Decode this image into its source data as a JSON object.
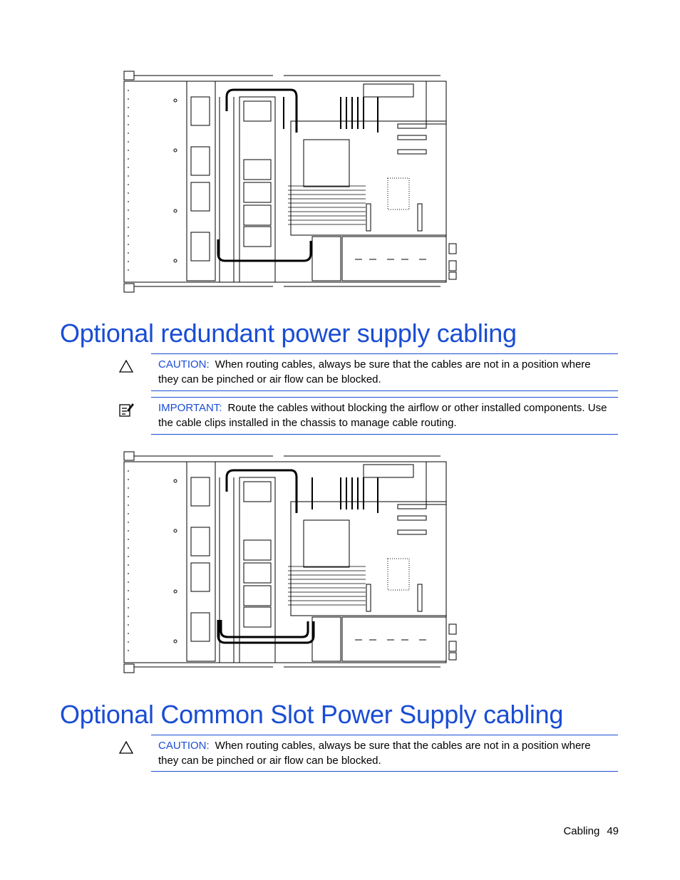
{
  "sections": [
    {
      "title": "Optional redundant power supply cabling"
    },
    {
      "title": "Optional Common Slot Power Supply cabling"
    }
  ],
  "notes": {
    "caution_1": {
      "label": "CAUTION:",
      "text": "When routing cables, always be sure that the cables are not in a position where they can be pinched or air flow can be blocked.",
      "icon": "caution-triangle-icon"
    },
    "important": {
      "label": "IMPORTANT:",
      "text": "Route the cables without blocking the airflow or other installed components. Use the cable clips installed in the chassis to manage cable routing.",
      "icon": "important-note-icon"
    },
    "caution_2": {
      "label": "CAUTION:",
      "text": "When routing cables, always be sure that the cables are not in a position where they can be pinched or air flow can be blocked.",
      "icon": "caution-triangle-icon"
    }
  },
  "footer": {
    "section": "Cabling",
    "page": "49"
  },
  "colors": {
    "accent": "#1a4dd4",
    "text": "#000000"
  }
}
